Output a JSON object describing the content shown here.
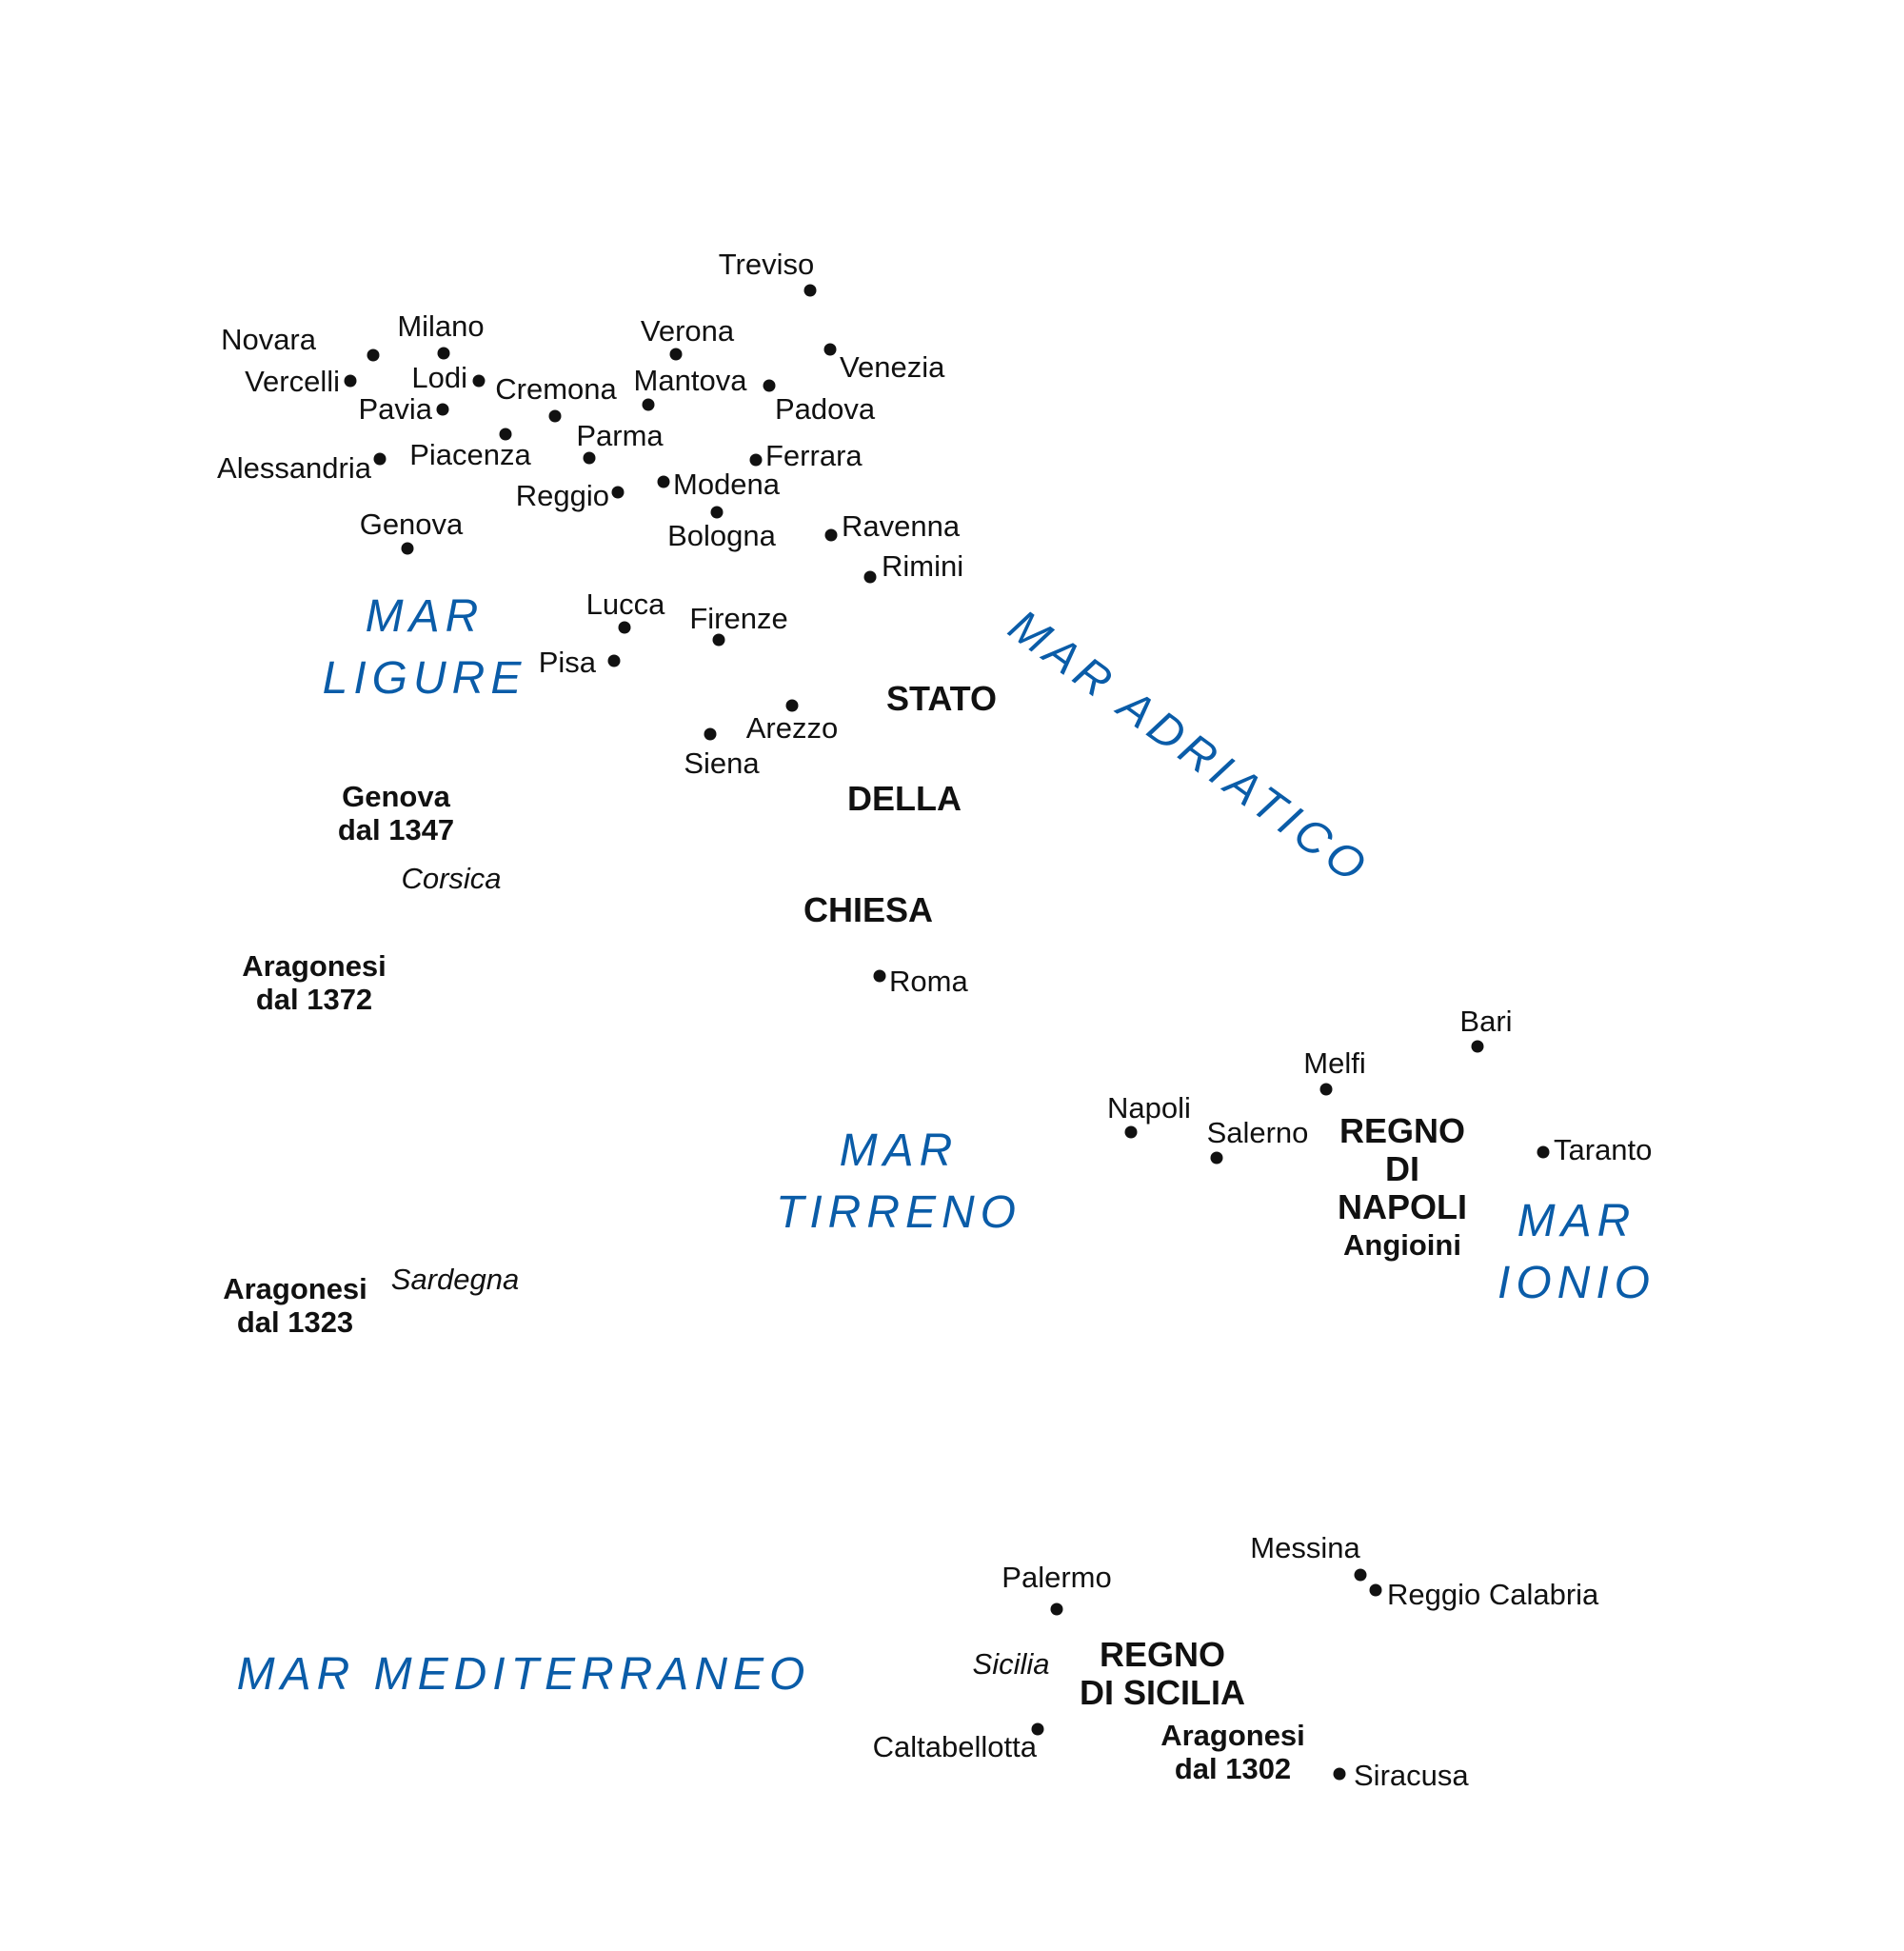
{
  "colors": {
    "sea": "#0a5ca8",
    "text": "#111111",
    "background": "#ffffff"
  },
  "cities": [
    {
      "name": "Treviso"
    },
    {
      "name": "Verona"
    },
    {
      "name": "Venezia"
    },
    {
      "name": "Novara"
    },
    {
      "name": "Milano"
    },
    {
      "name": "Vercelli"
    },
    {
      "name": "Lodi"
    },
    {
      "name": "Cremona"
    },
    {
      "name": "Mantova"
    },
    {
      "name": "Padova"
    },
    {
      "name": "Pavia"
    },
    {
      "name": "Piacenza"
    },
    {
      "name": "Parma"
    },
    {
      "name": "Alessandria"
    },
    {
      "name": "Ferrara"
    },
    {
      "name": "Reggio"
    },
    {
      "name": "Modena"
    },
    {
      "name": "Bologna"
    },
    {
      "name": "Genova"
    },
    {
      "name": "Ravenna"
    },
    {
      "name": "Rimini"
    },
    {
      "name": "Lucca"
    },
    {
      "name": "Firenze"
    },
    {
      "name": "Pisa"
    },
    {
      "name": "Arezzo"
    },
    {
      "name": "Siena"
    },
    {
      "name": "Roma"
    },
    {
      "name": "Bari"
    },
    {
      "name": "Melfi"
    },
    {
      "name": "Napoli"
    },
    {
      "name": "Salerno"
    },
    {
      "name": "Taranto"
    },
    {
      "name": "Messina"
    },
    {
      "name": "Reggio Calabria"
    },
    {
      "name": "Palermo"
    },
    {
      "name": "Caltabellotta"
    },
    {
      "name": "Siracusa"
    }
  ],
  "seas": [
    {
      "lines": [
        "MAR",
        "LIGURE"
      ]
    },
    {
      "lines": [
        "MAR ADRIATICO"
      ]
    },
    {
      "lines": [
        "MAR",
        "TIRRENO"
      ]
    },
    {
      "lines": [
        "MAR",
        "IONIO"
      ]
    },
    {
      "lines": [
        "MAR MEDITERRANEO"
      ]
    }
  ],
  "regions": [
    {
      "lines": [
        "STATO"
      ]
    },
    {
      "lines": [
        "DELLA"
      ]
    },
    {
      "lines": [
        "CHIESA"
      ]
    },
    {
      "lines": [
        "Genova",
        "dal 1347"
      ]
    },
    {
      "lines": [
        "Aragonesi",
        "dal 1372"
      ]
    },
    {
      "lines": [
        "Aragonesi",
        "dal 1323"
      ]
    },
    {
      "lines": [
        "REGNO",
        "DI",
        "NAPOLI"
      ]
    },
    {
      "lines": [
        "Angioini"
      ]
    },
    {
      "lines": [
        "REGNO",
        "DI SICILIA"
      ]
    },
    {
      "lines": [
        "Aragonesi",
        "dal 1302"
      ]
    }
  ],
  "islands": [
    {
      "name": "Corsica"
    },
    {
      "name": "Sardegna"
    },
    {
      "name": "Sicilia"
    }
  ]
}
